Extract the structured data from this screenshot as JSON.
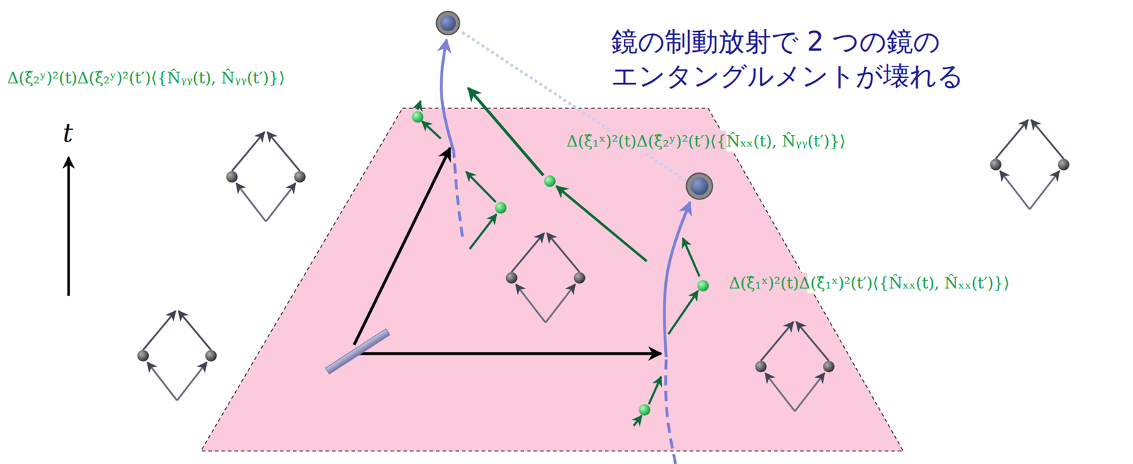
{
  "diagram": {
    "labels": [
      "鏡の制動放射で 2 つの鏡の エンタングルメントが壊れる",
      "t",
      "Δ(ξ̂₂ʸ)²(t)Δ(ξ̂₂ʸ)²(t′)⟨{N̂ᵧᵧ(t), N̂ᵧᵧ(t′)}⟩",
      "Δ(ξ̂₁ˣ)²(t)Δ(ξ̂₂ʸ)²(t′)⟨{N̂ₓₓ(t), N̂ᵧᵧ(t′)}⟩",
      "Δ(ξ̂₁ˣ)²(t)Δ(ξ̂₁ˣ)²(t′)⟨{N̂ₓₓ(t), N̂ₓₓ(t′)}⟩"
    ]
  }
}
